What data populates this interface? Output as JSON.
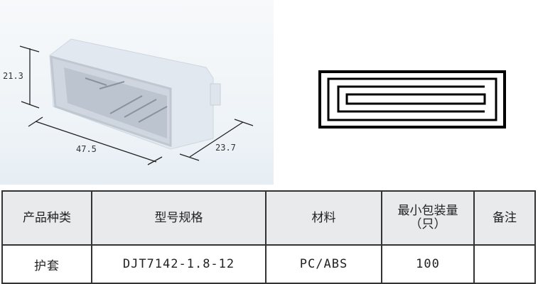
{
  "product_image": {
    "dimensions": {
      "height": "21.3",
      "length": "47.5",
      "width": "23.7"
    }
  },
  "spec_table": {
    "headers": [
      "产品种类",
      "型号规格",
      "材料",
      "最小包装量（只）",
      "备注"
    ],
    "rows": [
      [
        "护套",
        "DJT7142-1.8-12",
        "PC/ABS",
        "100",
        ""
      ]
    ]
  }
}
